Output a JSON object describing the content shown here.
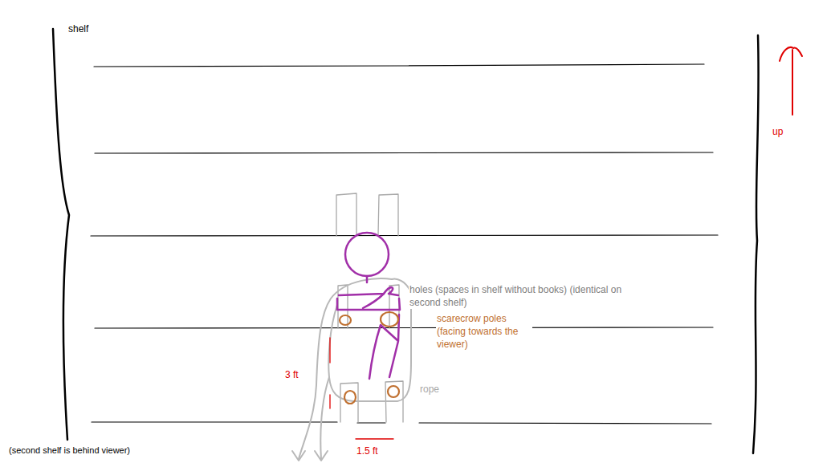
{
  "diagram": {
    "labels": [
      "shelf",
      "holes (spaces in shelf without books) (identical on second shelf)",
      "scarecrow poles (facing towards the viewer)",
      "rope",
      "3 ft",
      "1.5 ft",
      "up",
      "(second shelf is behind viewer)"
    ]
  }
}
